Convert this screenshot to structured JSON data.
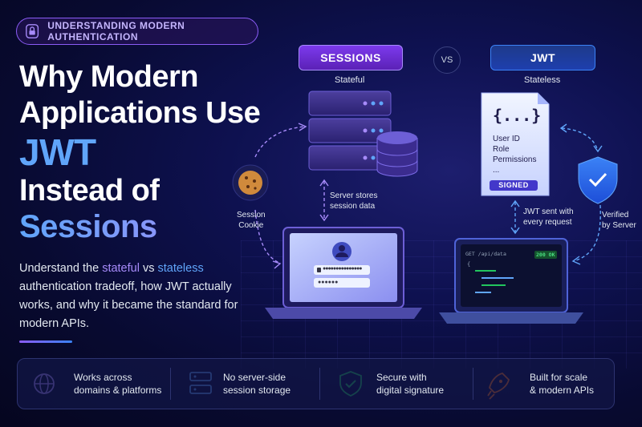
{
  "badge": {
    "label": "UNDERSTANDING MODERN AUTHENTICATION",
    "icon": "lock-icon"
  },
  "headline": {
    "line1": "Why Modern",
    "line2": "Applications Use",
    "line3": "JWT",
    "line4": "Instead of",
    "line5": "Sessions"
  },
  "description": {
    "p1": "Understand the ",
    "stateful": "stateful",
    "p2": " vs ",
    "stateless": "stateless",
    "p3": " authentication tradeoff, how JWT actually works, and why it became the standard for modern APIs."
  },
  "sessions": {
    "title": "SESSIONS",
    "subtitle": "Stateful",
    "server_note_1": "Server stores",
    "server_note_2": "session data",
    "cookie_1": "Session",
    "cookie_2": "Cookie",
    "username_mask": "●●●●●●●●●●●●●●●",
    "password_mask": "●●●●●●"
  },
  "vs": "VS",
  "jwt": {
    "title": "JWT",
    "subtitle": "Stateless",
    "token_braces": "{...}",
    "claims": [
      "User ID",
      "Role",
      "Permissions",
      "..."
    ],
    "signed": "SIGNED",
    "sent_1": "JWT sent with",
    "sent_2": "every request",
    "verified_1": "Verified",
    "verified_2": "by Server",
    "request": "GET /api/data",
    "status": "200 OK",
    "brace": "{"
  },
  "features": [
    {
      "icon": "globe-icon",
      "line1": "Works across",
      "line2": "domains & platforms"
    },
    {
      "icon": "server-icon",
      "line1": "No server-side",
      "line2": "session storage"
    },
    {
      "icon": "shield-check-icon",
      "line1": "Secure with",
      "line2": "digital signature"
    },
    {
      "icon": "rocket-icon",
      "line1": "Built for scale",
      "line2": "& modern APIs"
    }
  ],
  "colors": {
    "purple": "#8b5cf6",
    "blue": "#3b82f6",
    "green": "#22c55e",
    "orange": "#f97316"
  }
}
